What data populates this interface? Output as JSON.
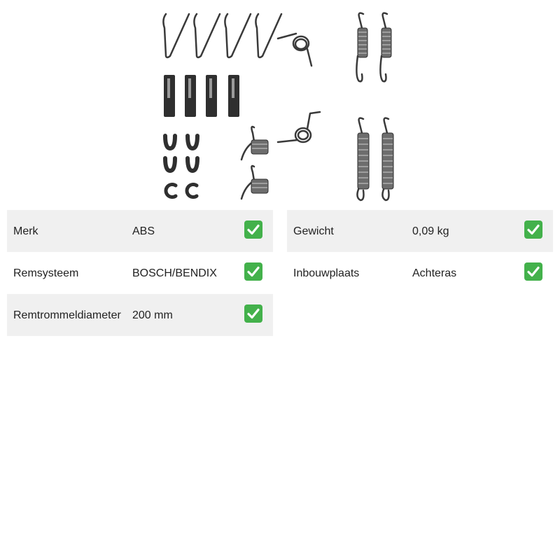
{
  "specs_left": [
    {
      "label": "Merk",
      "value": "ABS",
      "icon": "check-mark-icon"
    },
    {
      "label": "Remsysteem",
      "value": "BOSCH/BENDIX",
      "icon": "check-mark-icon"
    },
    {
      "label": "Remtrommeldiameter",
      "value": "200 mm",
      "icon": "check-mark-icon"
    }
  ],
  "specs_right": [
    {
      "label": "Gewicht",
      "value": "0,09 kg",
      "icon": "check-mark-icon"
    },
    {
      "label": "Inbouwplaats",
      "value": "Achteras",
      "icon": "check-mark-icon"
    }
  ],
  "colors": {
    "check": "#43b14b",
    "row_shade": "#f0f0f0",
    "hardware": "#3a3a3a"
  }
}
